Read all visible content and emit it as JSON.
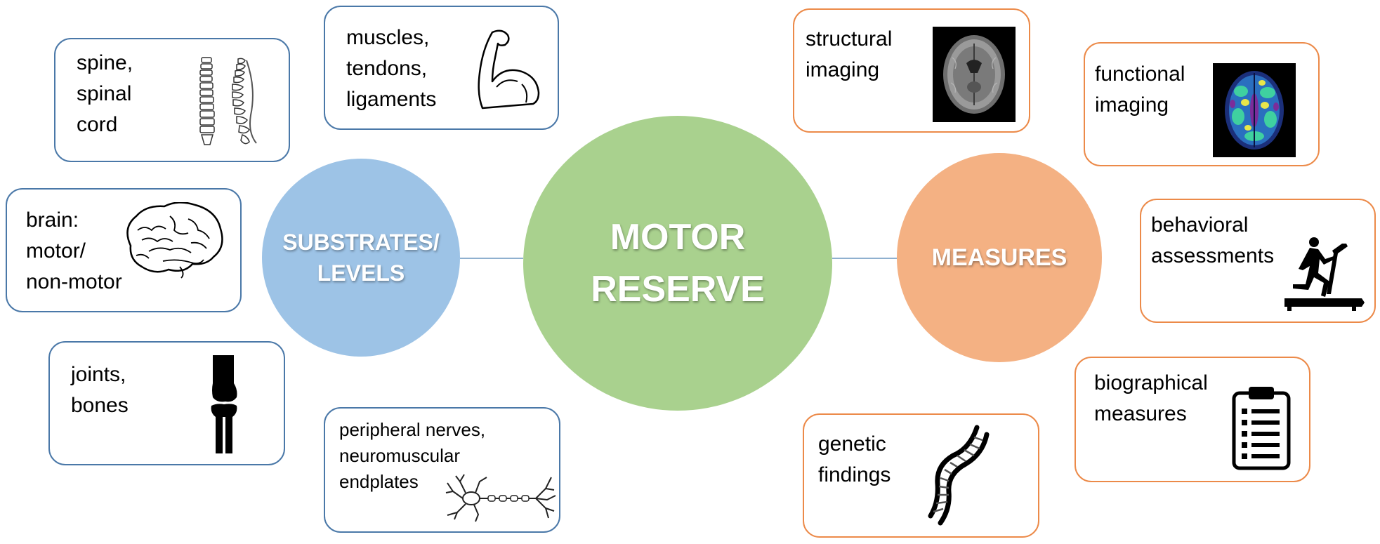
{
  "center": {
    "label": "MOTOR\nRESERVE",
    "color": "#a9d18e"
  },
  "substrates": {
    "label": "SUBSTRATES/\nLEVELS",
    "color": "#9dc3e6",
    "items": [
      {
        "label": "spine,\nspinal\ncord",
        "icon": "spine-icon"
      },
      {
        "label": "muscles,\ntendons,\nligaments",
        "icon": "flexed-arm-icon"
      },
      {
        "label": "brain:\nmotor/\nnon-motor",
        "icon": "brain-icon"
      },
      {
        "label": "joints,\nbones",
        "icon": "knee-joint-icon"
      },
      {
        "label": "peripheral nerves,\nneuromuscular\nendplates",
        "icon": "neuron-icon"
      }
    ]
  },
  "measures": {
    "label": "MEASURES",
    "color": "#f4b183",
    "items": [
      {
        "label": "structural\nimaging",
        "icon": "mri-brain-icon"
      },
      {
        "label": "functional\nimaging",
        "icon": "fmri-brain-icon"
      },
      {
        "label": "behavioral\nassessments",
        "icon": "treadmill-runner-icon"
      },
      {
        "label": "biographical\nmeasures",
        "icon": "clipboard-icon"
      },
      {
        "label": "genetic\nfindings",
        "icon": "dna-icon"
      }
    ]
  }
}
